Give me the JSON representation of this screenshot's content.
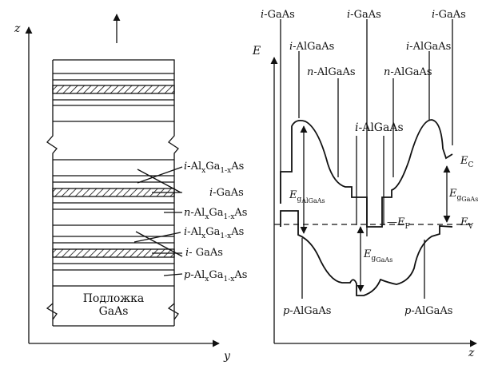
{
  "left": {
    "axis_vertical": "z",
    "axis_horizontal": "y",
    "substrate_line1": "Подложка",
    "substrate_line2": "GaAs",
    "labels": [
      {
        "pre": "i",
        "mid": "-Al",
        "s1": "x",
        "mid2": "Ga",
        "s2": "1-x",
        "end": "As"
      },
      {
        "pre": "i",
        "mid": "-GaAs",
        "s1": "",
        "mid2": "",
        "s2": "",
        "end": ""
      },
      {
        "pre": "n",
        "mid": "-Al",
        "s1": "x",
        "mid2": "Ga",
        "s2": "1-x",
        "end": "As"
      },
      {
        "pre": "i",
        "mid": "-Al",
        "s1": "x",
        "mid2": "Ga",
        "s2": "1-x",
        "end": "As"
      },
      {
        "pre": "i",
        "mid": "- GaAs",
        "s1": "",
        "mid2": "",
        "s2": "",
        "end": ""
      },
      {
        "pre": "p",
        "mid": "-Al",
        "s1": "x",
        "mid2": "Ga",
        "s2": "1-x",
        "end": "As"
      }
    ]
  },
  "right": {
    "axis_vertical": "E",
    "axis_horizontal": "z",
    "top_labels": [
      {
        "pre": "i",
        "rest": "-GaAs"
      },
      {
        "pre": "i",
        "rest": "-GaAs"
      },
      {
        "pre": "i",
        "rest": "-GaAs"
      }
    ],
    "alga_labels": [
      {
        "pre": "i",
        "rest": "-AlGaAs"
      },
      {
        "pre": "n",
        "rest": "-AlGaAs"
      },
      {
        "pre": "n",
        "rest": "-AlGaAs"
      },
      {
        "pre": "i",
        "rest": "-AlGaAs"
      },
      {
        "pre": "i",
        "rest": "-AlGaAs"
      }
    ],
    "bottom_labels": [
      {
        "pre": "p",
        "rest": "-AlGaAs"
      },
      {
        "pre": "p",
        "rest": "-AlGaAs"
      }
    ],
    "ec": {
      "main": "E",
      "sub": "C"
    },
    "ev": {
      "main": "E",
      "sub": "V"
    },
    "ef": {
      "prefix": "—",
      "main": "E",
      "sub": "F"
    },
    "eg_algaas": {
      "main": "E",
      "sub": "g",
      "subsub": "AlGaAs"
    },
    "eg_gaas_right": {
      "main": "E",
      "sub": "g",
      "subsub": "GaAs"
    },
    "eg_gaas_mid": {
      "main": "E",
      "sub": "g",
      "subsub": "GaAs"
    }
  }
}
